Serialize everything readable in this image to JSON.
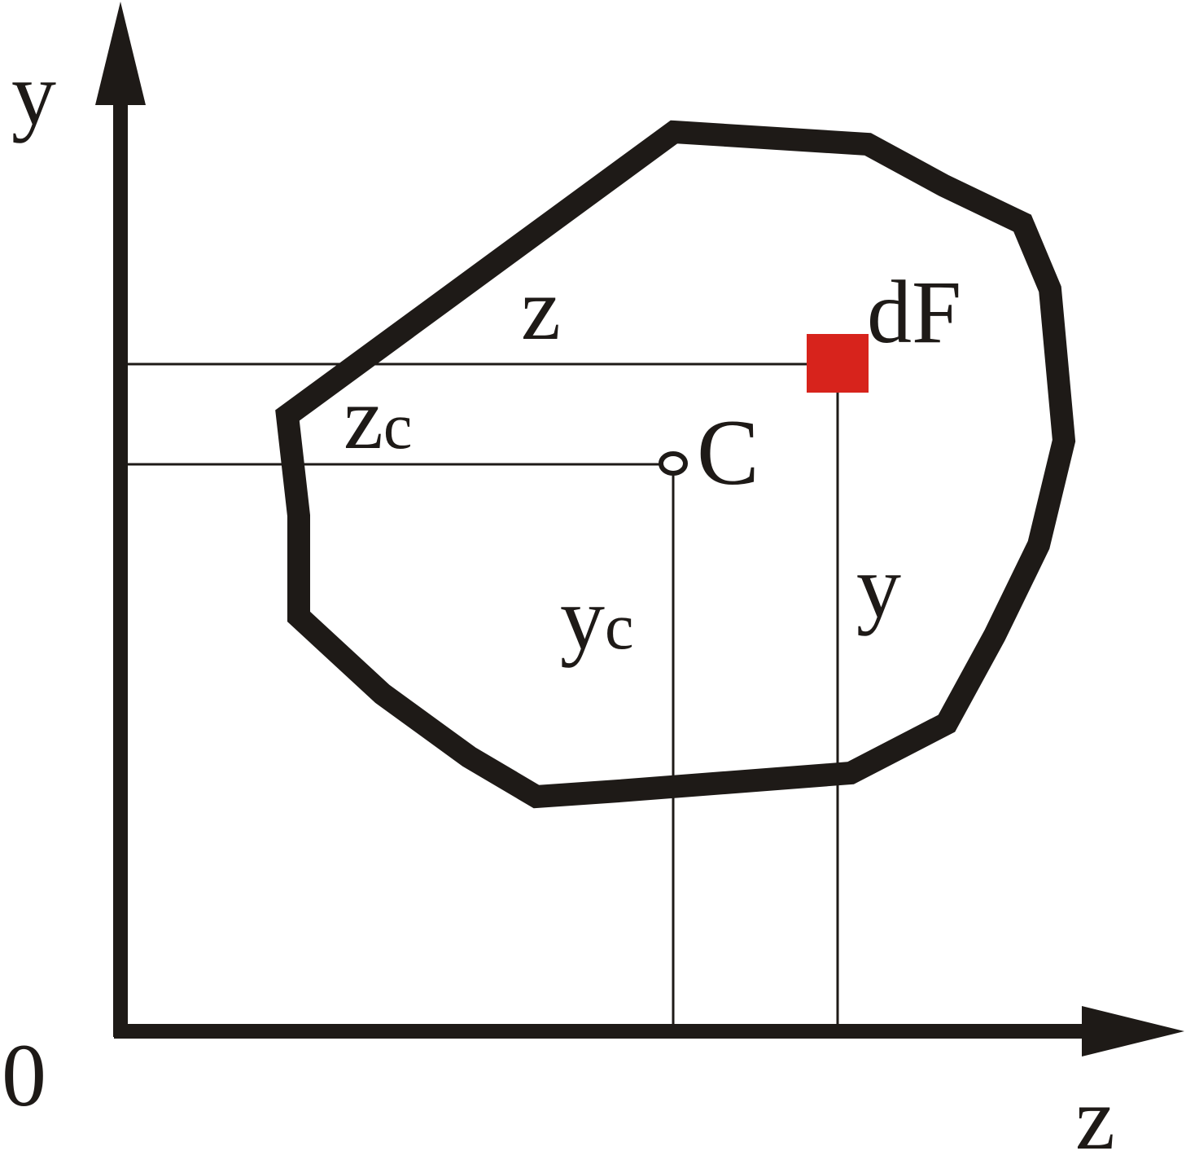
{
  "labels": {
    "y_axis": "y",
    "z_axis": "z",
    "origin": "0",
    "z_dim": "z",
    "zc_main": "z",
    "zc_sub": "c",
    "yc_main": "y",
    "yc_sub": "c",
    "y_dim": "y",
    "centroid": "C",
    "element": "dF"
  },
  "colors": {
    "ink": "#1e1a17",
    "element_fill": "#d7231c"
  }
}
